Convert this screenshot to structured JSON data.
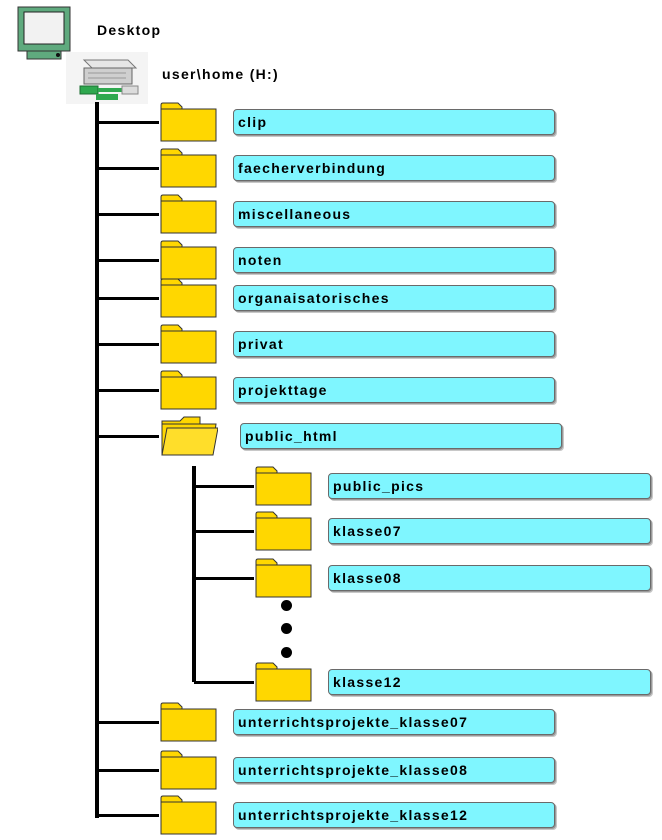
{
  "header": {
    "desktop_label": "Desktop",
    "drive_label": "user\\home (H:)"
  },
  "icons": {
    "desktop": "monitor-icon",
    "drive": "network-drive-icon",
    "folder": "folder-icon",
    "folder_open": "open-folder-icon"
  },
  "colors": {
    "label_fill": "#7ff6ff",
    "folder_fill": "#ffd700",
    "monitor_fill": "#5faa7e"
  },
  "folders": [
    "clip",
    "faecherverbindung",
    "miscellaneous",
    "noten",
    "organaisatorisches",
    "privat",
    "projekttage",
    "public_html"
  ],
  "subfolders": [
    "public_pics",
    "klasse07",
    "klasse08",
    "klasse12"
  ],
  "bottom_folders": [
    "unterrichtsprojekte_klasse07",
    "unterrichtsprojekte_klasse08",
    "unterrichtsprojekte_klasse12"
  ]
}
